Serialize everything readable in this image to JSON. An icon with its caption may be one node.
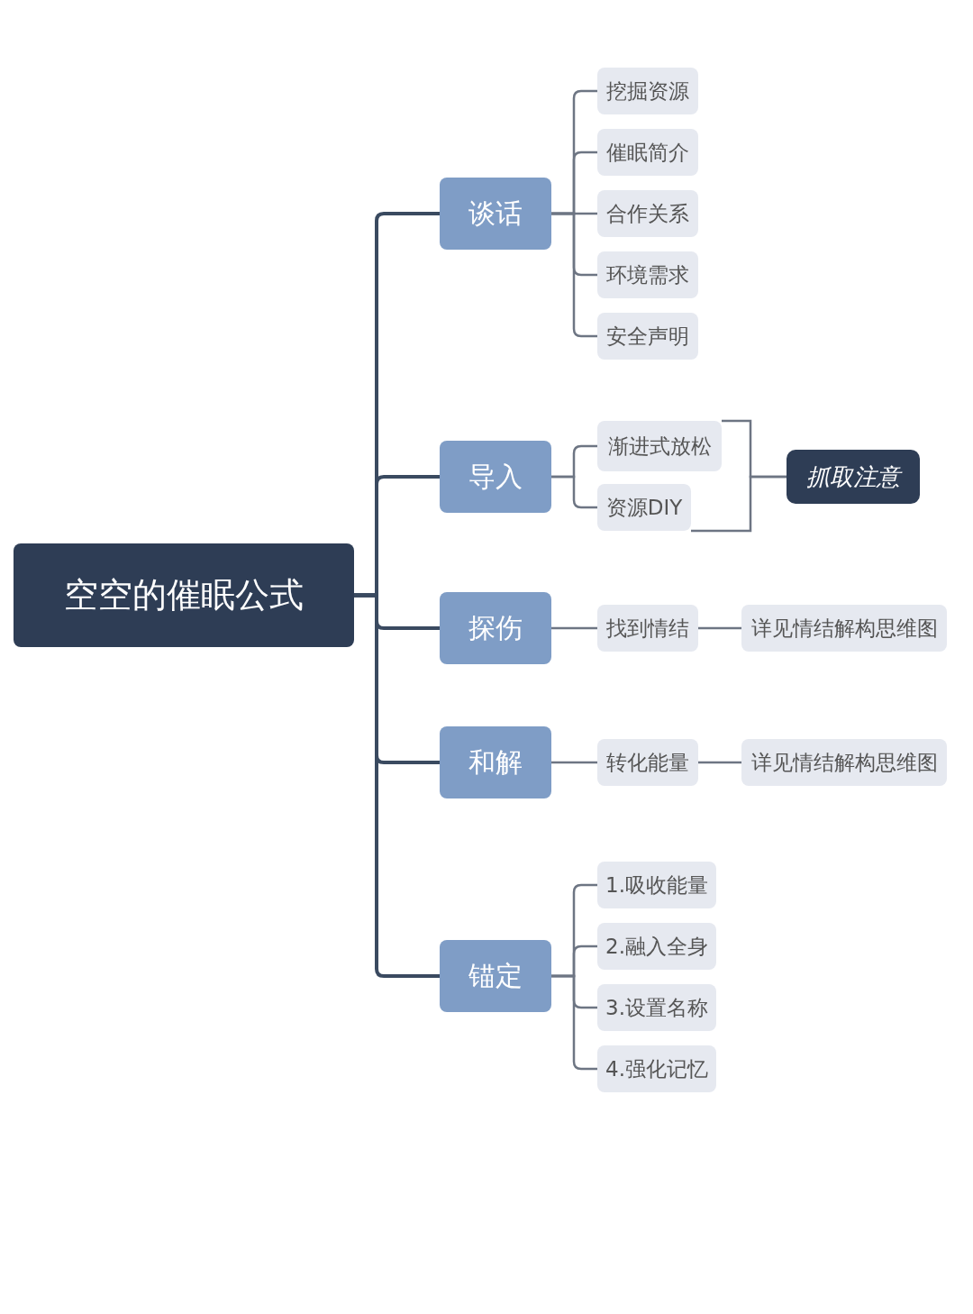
{
  "diagram": {
    "nodes": [
      {
        "text": [
          "空空的催眠公式"
        ]
      },
      {
        "text": [
          "谈话"
        ]
      },
      {
        "text": [
          "挖掘资源"
        ]
      },
      {
        "text": [
          "催眠简介"
        ]
      },
      {
        "text": [
          "合作关系"
        ]
      },
      {
        "text": [
          "环境需求"
        ]
      },
      {
        "text": [
          "安全声明"
        ]
      },
      {
        "text": [
          "导入"
        ]
      },
      {
        "text": [
          "渐进式放松"
        ]
      },
      {
        "text": [
          "资源DIY"
        ]
      },
      {
        "text": [
          "抓取注意"
        ]
      },
      {
        "text": [
          "探伤"
        ]
      },
      {
        "text": [
          "找到情结"
        ]
      },
      {
        "text": [
          "详见情结解构思维图"
        ]
      },
      {
        "text": [
          "和解"
        ]
      },
      {
        "text": [
          "转化能量"
        ]
      },
      {
        "text": [
          "详见情结解构思维图"
        ]
      },
      {
        "text": [
          "锚定"
        ]
      },
      {
        "text": [
          "1.吸收能量"
        ]
      },
      {
        "text": [
          "2.融入全身"
        ]
      },
      {
        "text": [
          "3.设置名称"
        ]
      },
      {
        "text": [
          "4.强化记忆"
        ]
      }
    ],
    "edges": [
      {
        "from": 0,
        "to": 1,
        "arrow": "none"
      },
      {
        "from": 0,
        "to": 7,
        "arrow": "none"
      },
      {
        "from": 0,
        "to": 11,
        "arrow": "none"
      },
      {
        "from": 0,
        "to": 14,
        "arrow": "none"
      },
      {
        "from": 0,
        "to": 17,
        "arrow": "none"
      },
      {
        "from": 1,
        "to": 2,
        "arrow": "none"
      },
      {
        "from": 1,
        "to": 3,
        "arrow": "none"
      },
      {
        "from": 1,
        "to": 4,
        "arrow": "none"
      },
      {
        "from": 1,
        "to": 5,
        "arrow": "none"
      },
      {
        "from": 1,
        "to": 6,
        "arrow": "none"
      },
      {
        "from": 7,
        "to": 8,
        "arrow": "none"
      },
      {
        "from": 7,
        "to": 9,
        "arrow": "none"
      },
      {
        "from": 8,
        "to": 10,
        "arrow": "none"
      },
      {
        "from": 9,
        "to": 10,
        "arrow": "none"
      },
      {
        "from": 11,
        "to": 12,
        "arrow": "none"
      },
      {
        "from": 12,
        "to": 13,
        "arrow": "none"
      },
      {
        "from": 14,
        "to": 15,
        "arrow": "none"
      },
      {
        "from": 15,
        "to": 16,
        "arrow": "none"
      },
      {
        "from": 17,
        "to": 18,
        "arrow": "none"
      },
      {
        "from": 17,
        "to": 19,
        "arrow": "none"
      },
      {
        "from": 17,
        "to": 20,
        "arrow": "none"
      },
      {
        "from": 17,
        "to": 21,
        "arrow": "none"
      }
    ]
  }
}
